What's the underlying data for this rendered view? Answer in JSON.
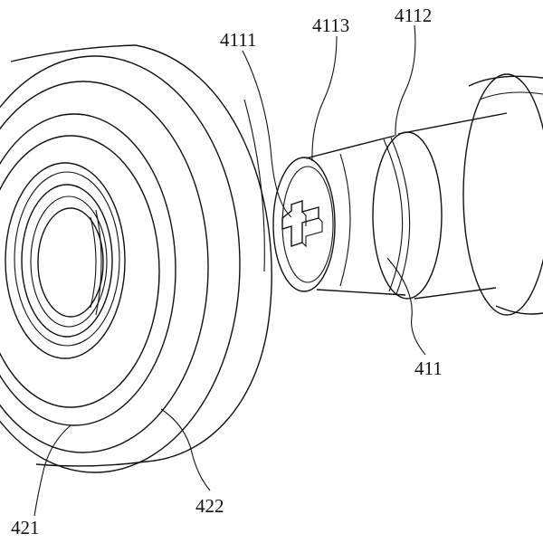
{
  "figure": {
    "labels": {
      "l4111": "4111",
      "l4113": "4113",
      "l4112": "4112",
      "l411": "411",
      "l421": "421",
      "l422": "422"
    }
  }
}
